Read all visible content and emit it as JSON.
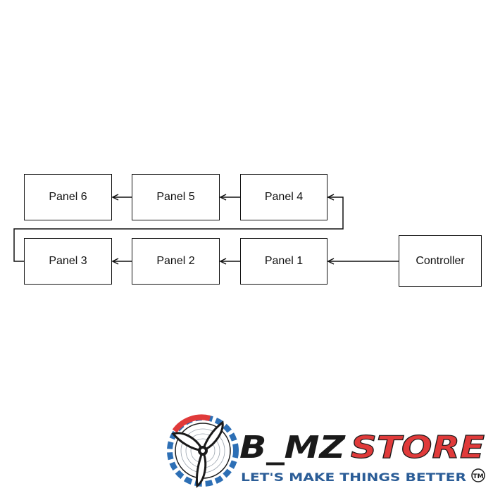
{
  "diagram": {
    "nodes": [
      {
        "id": "panel6",
        "label": "Panel 6"
      },
      {
        "id": "panel5",
        "label": "Panel 5"
      },
      {
        "id": "panel4",
        "label": "Panel 4"
      },
      {
        "id": "panel3",
        "label": "Panel 3"
      },
      {
        "id": "panel2",
        "label": "Panel 2"
      },
      {
        "id": "panel1",
        "label": "Panel 1"
      },
      {
        "id": "controller",
        "label": "Controller"
      }
    ],
    "edges": [
      {
        "from": "controller",
        "to": "panel1"
      },
      {
        "from": "panel1",
        "to": "panel2"
      },
      {
        "from": "panel2",
        "to": "panel3"
      },
      {
        "from": "panel3",
        "to": "panel4"
      },
      {
        "from": "panel4",
        "to": "panel5"
      },
      {
        "from": "panel5",
        "to": "panel6"
      }
    ]
  },
  "brand": {
    "name_part1": "B_MZ",
    "name_part2": "STORE",
    "tagline": "LET'S MAKE THINGS BETTER",
    "trademark": "TM",
    "colors": {
      "dark": "#1a1a1a",
      "red": "#e03a3a",
      "blue": "#2d6fb5",
      "tagline": "#2b5d97"
    }
  }
}
